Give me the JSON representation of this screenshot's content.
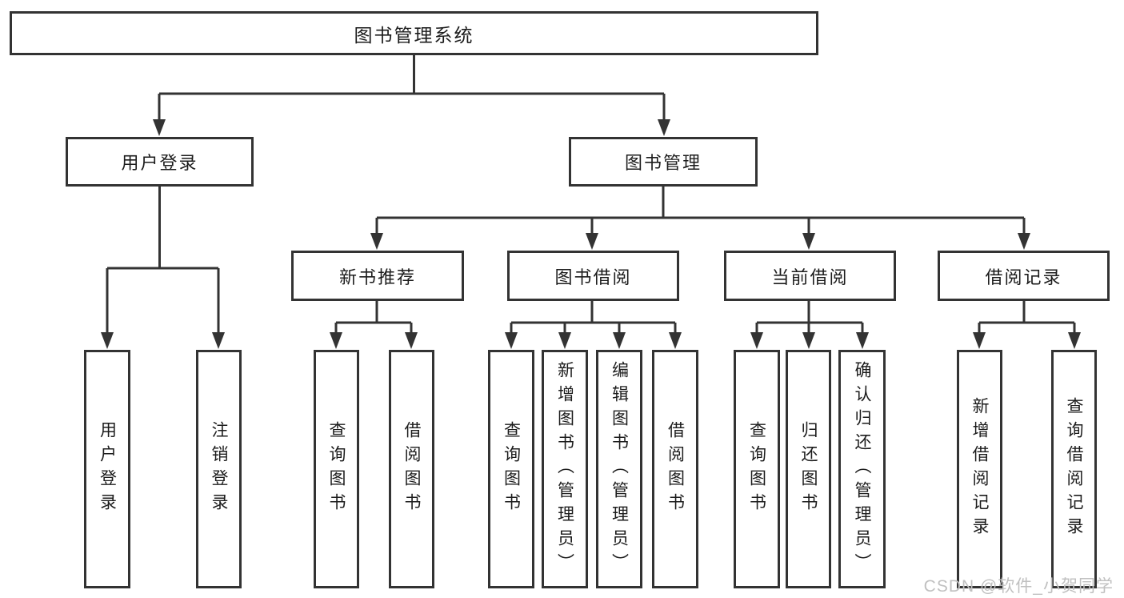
{
  "diagram": {
    "root_label": "图书管理系统",
    "branches": [
      {
        "label": "用户登录",
        "leaves": [
          "用户登录",
          "注销登录"
        ]
      },
      {
        "label": "图书管理",
        "groups": [
          {
            "label": "新书推荐",
            "leaves": [
              "查询图书",
              "借阅图书"
            ]
          },
          {
            "label": "图书借阅",
            "leaves": [
              "查询图书",
              "新增图书（管理员）",
              "编辑图书（管理员）",
              "借阅图书"
            ]
          },
          {
            "label": "当前借阅",
            "leaves": [
              "查询图书",
              "归还图书",
              "确认归还（管理员）"
            ]
          },
          {
            "label": "借阅记录",
            "leaves": [
              "新增借阅记录",
              "查询借阅记录"
            ]
          }
        ]
      }
    ],
    "colors": {
      "line": "#333333",
      "text": "#1c1c1c",
      "background": "#ffffff",
      "watermark": "#c0c0c0"
    }
  },
  "watermark": {
    "text": "CSDN @软件_小贺同学"
  }
}
